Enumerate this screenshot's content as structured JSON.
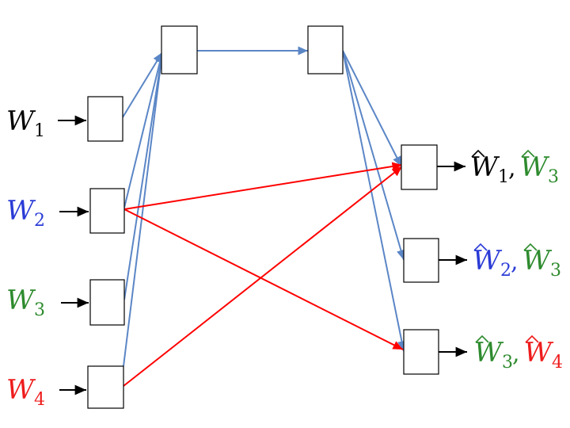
{
  "colors": {
    "black": "#000000",
    "blue": "#2a3bd6",
    "green": "#2e8b2e",
    "red": "#ee1c1c",
    "edge_blue": "#5b86c6",
    "edge_red": "#ff0000"
  },
  "inputs": [
    {
      "var": "W",
      "sub": "1",
      "color": "black"
    },
    {
      "var": "W",
      "sub": "2",
      "color": "blue"
    },
    {
      "var": "W",
      "sub": "3",
      "color": "green"
    },
    {
      "var": "W",
      "sub": "4",
      "color": "red"
    }
  ],
  "outputs": [
    {
      "items": [
        {
          "var": "W",
          "sub": "1",
          "color": "black"
        },
        {
          "var": "W",
          "sub": "3",
          "color": "green"
        }
      ],
      "separator": ","
    },
    {
      "items": [
        {
          "var": "W",
          "sub": "2",
          "color": "blue"
        },
        {
          "var": "W",
          "sub": "3",
          "color": "green"
        }
      ],
      "separator": ","
    },
    {
      "items": [
        {
          "var": "W",
          "sub": "3",
          "color": "green"
        },
        {
          "var": "W",
          "sub": "4",
          "color": "red"
        }
      ],
      "separator": ","
    }
  ]
}
